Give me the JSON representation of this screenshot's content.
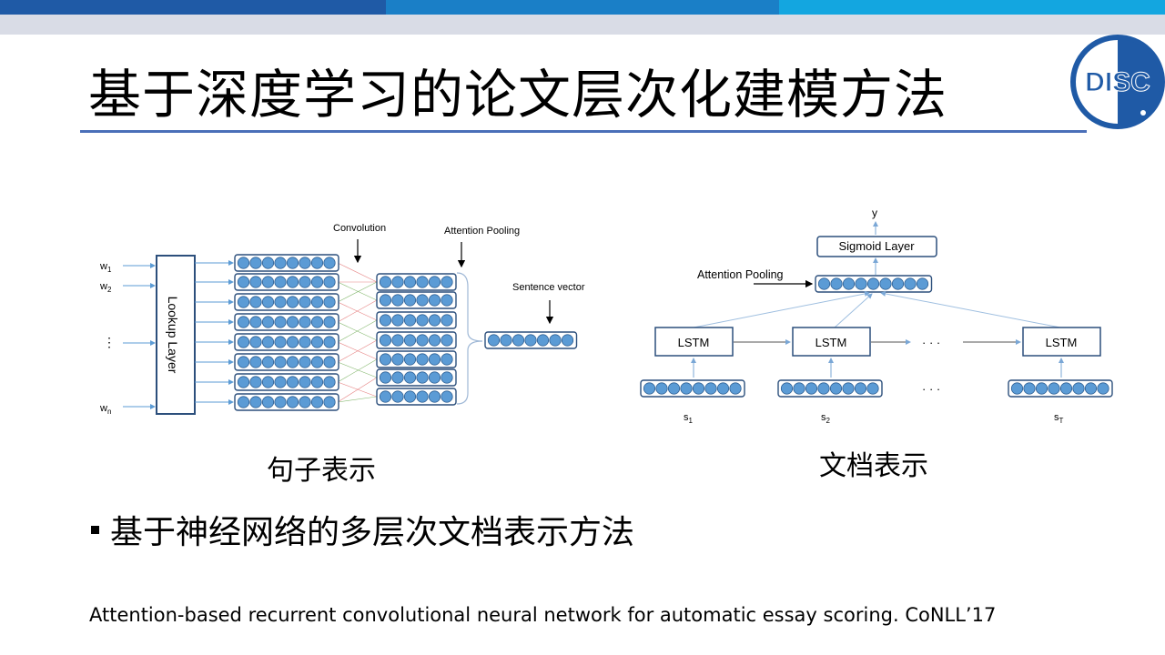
{
  "header": {
    "title": "基于深度学习的论文层次化建模方法",
    "bar_colors": [
      "#1f5aa6",
      "#1a7fc7",
      "#13a6e0"
    ],
    "logo_text": "DISC"
  },
  "left_diagram": {
    "inputs": [
      "w1",
      "w2",
      "⋮",
      "wn"
    ],
    "lookup_label": "Lookup Layer",
    "convolution_label": "Convolution",
    "attention_label": "Attention Pooling",
    "sentence_vector_label": "Sentence vector",
    "caption": "句子表示"
  },
  "right_diagram": {
    "output_label": "y",
    "sigmoid_label": "Sigmoid Layer",
    "attention_label": "Attention Pooling",
    "lstm_label": "LSTM",
    "dots": "· · ·",
    "sentences": [
      "s1",
      "s2",
      "sT"
    ],
    "caption": "文档表示"
  },
  "body": {
    "bullet_text": "基于神经网络的多层次文档表示方法",
    "reference": "Attention-based recurrent convolutional neural network for  automatic essay scoring. CoNLL’17"
  },
  "colors": {
    "node_fill": "#5b9bd5",
    "node_stroke": "#2e5f93",
    "box_stroke": "#2c4f7c",
    "rule": "#4a6fb8"
  }
}
